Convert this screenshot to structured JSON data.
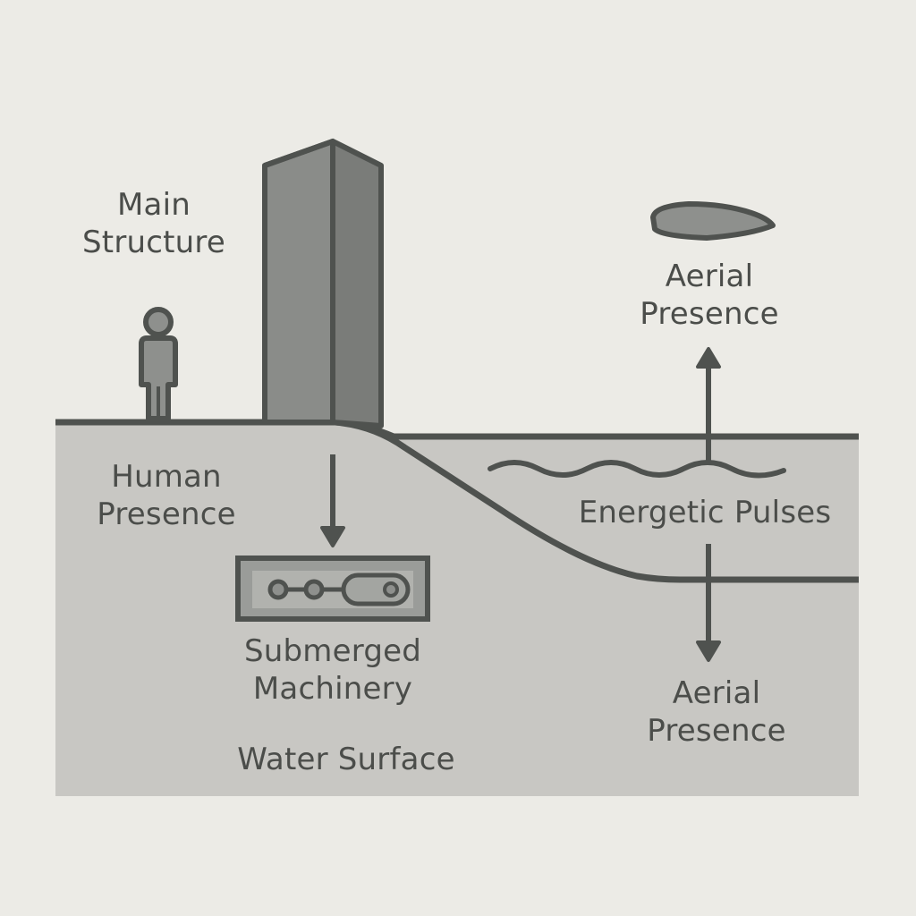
{
  "labels": {
    "main_structure": [
      "Main",
      "Structure"
    ],
    "human_presence": [
      "Human",
      "Presence"
    ],
    "submerged_machinery": [
      "Submerged",
      "Machinery"
    ],
    "water_surface": "Water Surface",
    "energetic_pulses": "Energetic Pulses",
    "aerial_presence_top": [
      "Aerial",
      "Presence"
    ],
    "aerial_presence_bottom": [
      "Aerial",
      "Presence"
    ]
  },
  "colors": {
    "background": "#ecebe6",
    "ground_fill": "#c8c7c3",
    "stroke": "#4f524f",
    "tower_fill": "#8e908d",
    "text": "#4b4d4a"
  },
  "icons": [
    "person-icon",
    "tower-icon",
    "aircraft-icon",
    "machinery-icon",
    "wave-icon"
  ]
}
